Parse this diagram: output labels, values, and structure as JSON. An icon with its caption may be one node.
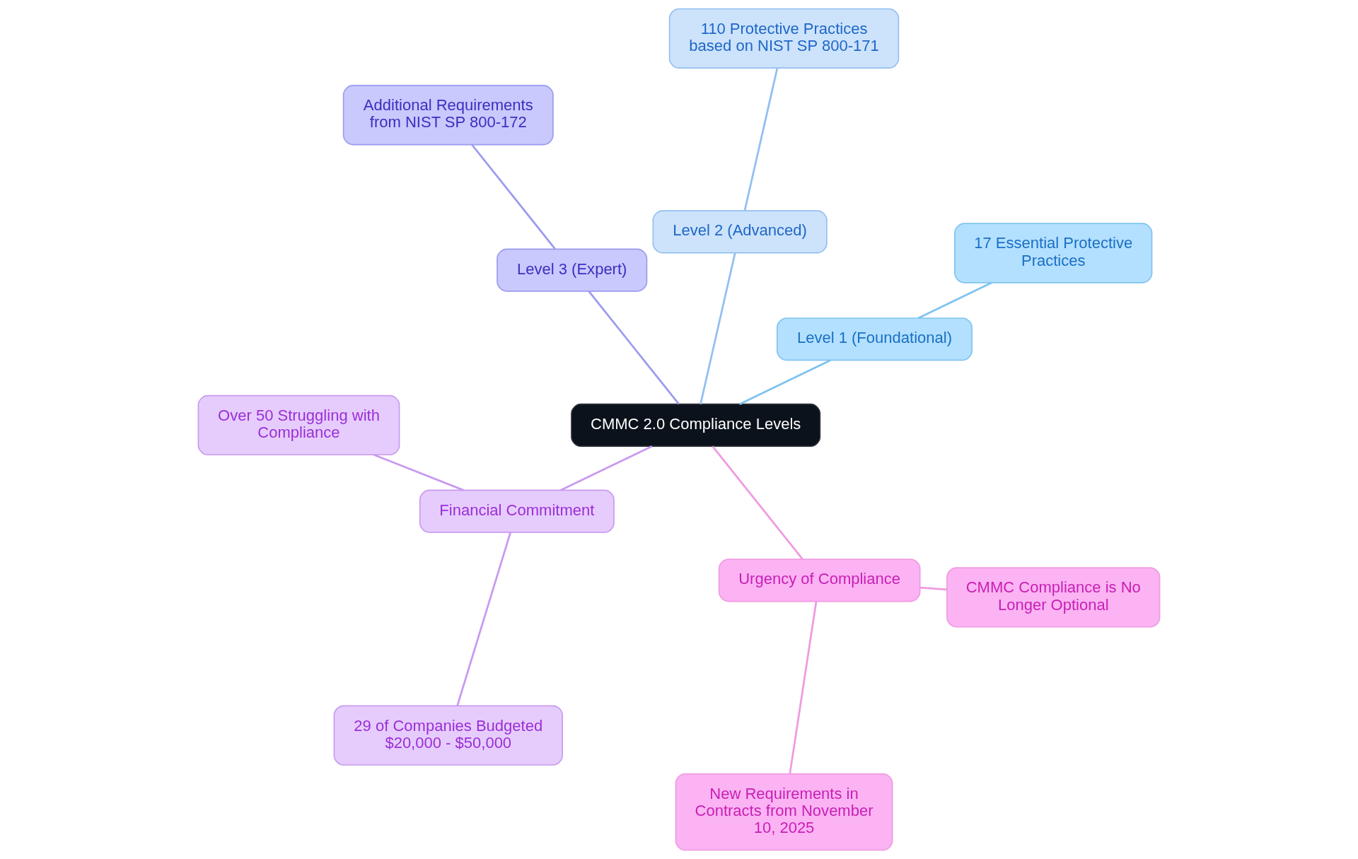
{
  "diagram": {
    "nodes": [
      {
        "text": [
          "CMMC 2.0 Compliance Levels"
        ]
      },
      {
        "text": [
          "Level 1 (Foundational)"
        ]
      },
      {
        "text": [
          "17 Essential Protective Practices"
        ]
      },
      {
        "text": [
          "Level 2 (Advanced)"
        ]
      },
      {
        "text": [
          "110 Protective Practices based on NIST SP 800-171"
        ]
      },
      {
        "text": [
          "Level 3 (Expert)"
        ]
      },
      {
        "text": [
          "Additional Requirements from NIST SP 800-172"
        ]
      },
      {
        "text": [
          "Financial Commitment"
        ]
      },
      {
        "text": [
          "Over 50 Struggling with Compliance"
        ]
      },
      {
        "text": [
          "29 of Companies Budgeted $20,000 - $50,000"
        ]
      },
      {
        "text": [
          "Urgency of Compliance"
        ]
      },
      {
        "text": [
          "New Requirements in Contracts from November 10, 2025"
        ]
      },
      {
        "text": [
          "CMMC Compliance is No Longer Optional"
        ]
      }
    ],
    "edges": [
      {
        "from": 0,
        "to": 1,
        "arrow": "none",
        "color": "#7ec3f0"
      },
      {
        "from": 1,
        "to": 2,
        "arrow": "none",
        "color": "#7ec3f0"
      },
      {
        "from": 0,
        "to": 3,
        "arrow": "none",
        "color": "#93bff0"
      },
      {
        "from": 3,
        "to": 4,
        "arrow": "none",
        "color": "#93bff0"
      },
      {
        "from": 0,
        "to": 5,
        "arrow": "none",
        "color": "#9b9bf0"
      },
      {
        "from": 5,
        "to": 6,
        "arrow": "none",
        "color": "#9b9bf0"
      },
      {
        "from": 0,
        "to": 7,
        "arrow": "none",
        "color": "#c89af0"
      },
      {
        "from": 7,
        "to": 8,
        "arrow": "none",
        "color": "#c89af0"
      },
      {
        "from": 7,
        "to": 9,
        "arrow": "none",
        "color": "#c89af0"
      },
      {
        "from": 0,
        "to": 10,
        "arrow": "none",
        "color": "#f09ae0"
      },
      {
        "from": 10,
        "to": 11,
        "arrow": "none",
        "color": "#f09ae0"
      },
      {
        "from": 10,
        "to": 12,
        "arrow": "none",
        "color": "#f09ae0"
      }
    ]
  }
}
